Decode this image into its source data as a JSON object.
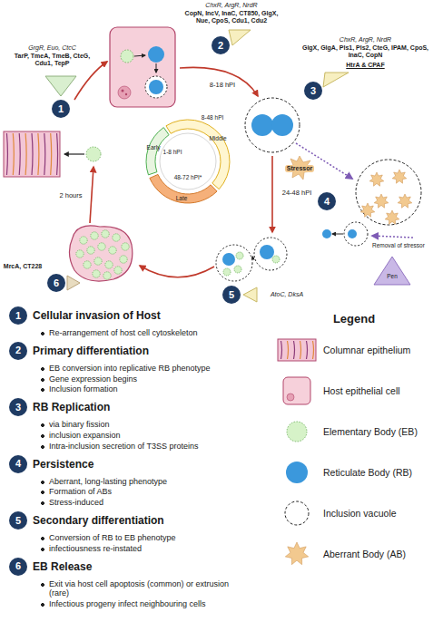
{
  "diagram": {
    "nodes": [
      {
        "text": [
          "1"
        ]
      },
      {
        "text": [
          "2"
        ]
      },
      {
        "text": [
          "3"
        ]
      },
      {
        "text": [
          "4"
        ]
      },
      {
        "text": [
          "5"
        ]
      },
      {
        "text": [
          "6"
        ]
      },
      {
        "text": [
          "1"
        ]
      },
      {
        "text": [
          "2"
        ]
      },
      {
        "text": [
          "3"
        ]
      },
      {
        "text": [
          "4"
        ]
      },
      {
        "text": [
          "5"
        ]
      },
      {
        "text": [
          "6"
        ]
      }
    ],
    "labels": [
      "GrgR, Euo, CtcC",
      "TarP, TmeA, TmeB, CteG, Cdu1, TepP",
      "ChxR, ArgR, NrdR",
      "CopN, IncV, InaC, CT850, GlgX, Nue, CpoS, Cdu1, Cdu2",
      "8-18 hPI",
      "ChxR, ArgR, NrdR",
      "GlgX, GlgA, Pls1, Pls2, CteG, IPAM, CpoS, InaC, CopN",
      "HtrA & CPAF",
      "Stressor",
      "Removal of stressor",
      "Pen",
      "24-48 hPI",
      "AtoC, DksA",
      "MrcA, CT228",
      "2 hours",
      "Early",
      "Middle",
      "Late",
      "1-8 hPI",
      "8-48 hPI",
      "48-72 hPI*",
      "Cellular invasion of Host",
      "Re-arrangement of host cell cytoskeleton",
      "Primary differentiation",
      "EB conversion into replicative RB phenotype",
      "Gene expression begins",
      "Inclusion formation",
      "RB Replication",
      "via binary fission",
      "inclusion expansion",
      "Intra-inclusion secretion of T3SS proteins",
      "Persistence",
      "Aberrant, long-lasting phenotype",
      "Formation of ABs",
      "Stress-induced",
      "Secondary differentiation",
      "Conversion of RB to EB phenotype",
      "infectiousness re-instated",
      "EB Release",
      "Exit via host cell apoptosis (common) or extrusion (rare)",
      "Infectious progeny infect neighbouring cells",
      "Legend"
    ],
    "legend": [
      {
        "text": "Columnar epithelium"
      },
      {
        "text": "Host epithelial cell"
      },
      {
        "text": "Elementary Body (EB)"
      },
      {
        "text": "Reticulate Body (RB)"
      },
      {
        "text": "Inclusion vacuole"
      },
      {
        "text": "Aberrant Body (AB)"
      }
    ]
  }
}
